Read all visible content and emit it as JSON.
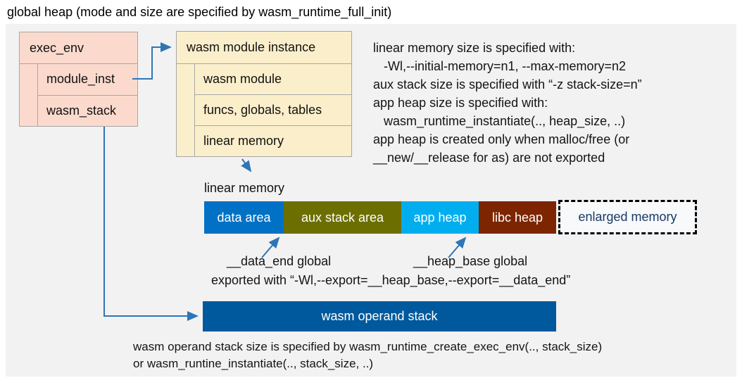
{
  "title": "global heap (mode and size are specified by wasm_runtime_full_init)",
  "exec_env_box": {
    "header": "exec_env",
    "rows": [
      "module_inst",
      "wasm_stack"
    ]
  },
  "module_instance_box": {
    "header": "wasm module instance",
    "rows": [
      "wasm module",
      "funcs, globals, tables",
      "linear memory"
    ]
  },
  "notes_right": {
    "lines": [
      "linear memory size is specified with:",
      "   -Wl,--initial-memory=n1, --max-memory=n2",
      "aux stack size is specified with “-z stack-size=n”",
      "app heap size is specified with:",
      "   wasm_runtime_instantiate(.., heap_size, ..)",
      "app heap is created only when malloc/free (or",
      "__new/__release for as) are not exported"
    ]
  },
  "linear_memory": {
    "label": "linear memory",
    "segments": [
      {
        "label": "data area",
        "color": "#0071C5"
      },
      {
        "label": "aux stack area",
        "color": "#6C6F00"
      },
      {
        "label": "app heap",
        "color": "#00AEEF"
      },
      {
        "label": "libc heap",
        "color": "#7C2500"
      },
      {
        "label": "enlarged memory",
        "color": "#F7F9FA"
      }
    ]
  },
  "annotations": {
    "data_end": "__data_end global",
    "heap_base": "__heap_base global",
    "exported": "exported with “-Wl,--export=__heap_base,--export=__data_end”"
  },
  "operand_stack": {
    "label": "wasm operand stack",
    "note_line1": "wasm operand stack size is specified by wasm_runtime_create_exec_env(.., stack_size)",
    "note_line2": "or wasm_runtine_instantiate(.., stack_size, ..)"
  },
  "palette": {
    "canvas_bg": "#F2F2F2",
    "exec_env_fill": "#FBDACD",
    "module_box_fill": "#FBEFCB",
    "box_border": "#A6A6A6",
    "arrow_blue": "#2E75B6",
    "data_area": "#0071C5",
    "aux_stack_area": "#6C6F00",
    "app_heap": "#00AEEF",
    "libc_heap": "#7C2500",
    "operand_stack": "#00599D",
    "enlarged_text_color": "#1A3A66"
  }
}
